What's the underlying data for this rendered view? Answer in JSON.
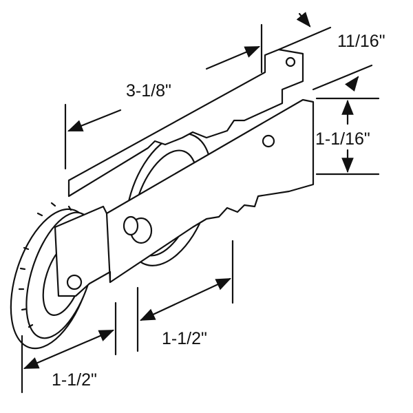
{
  "diagram": {
    "subject": "roller-assembly",
    "dimensions": {
      "length": "3-1/8\"",
      "tab_offset": "11/16\"",
      "height": "1-1/16\"",
      "rear_wheel_spacing": "1-1/2\"",
      "front_wheel_width": "1-1/2\""
    }
  }
}
